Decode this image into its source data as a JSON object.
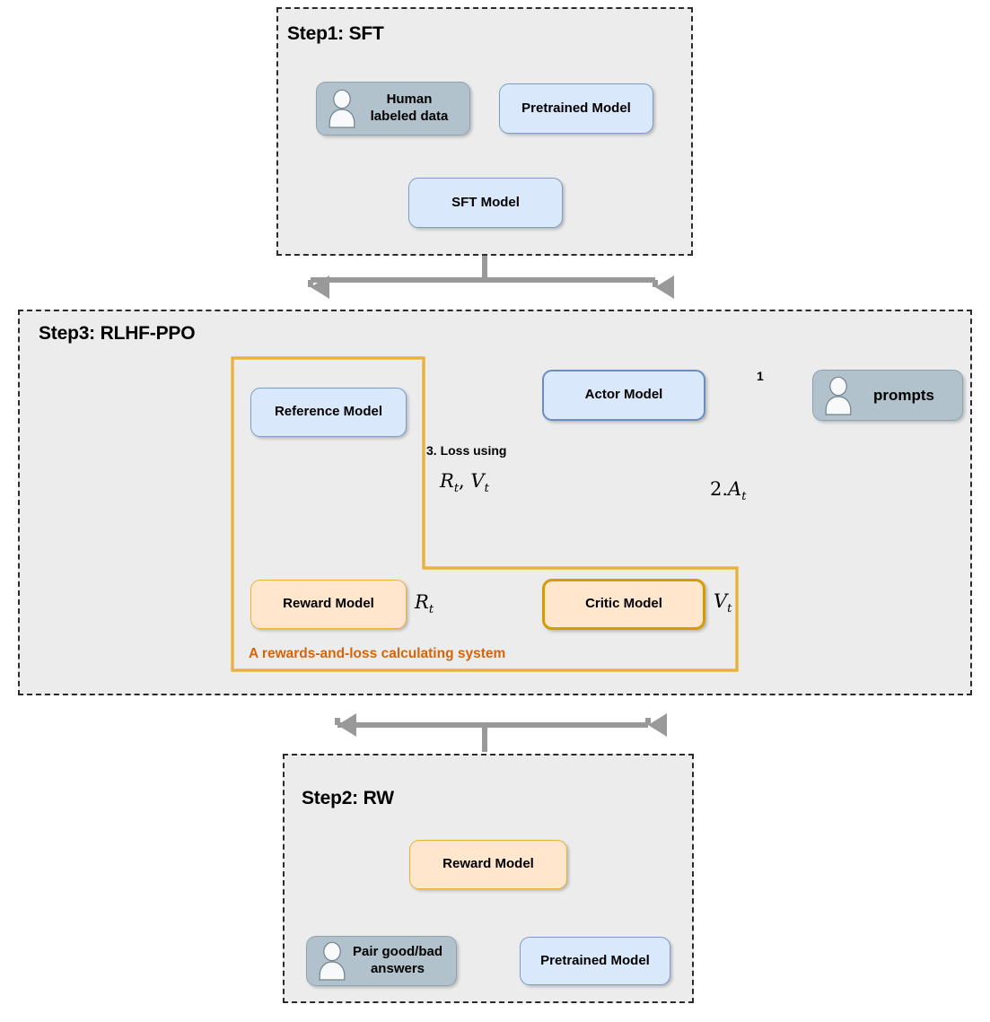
{
  "diagram": {
    "title": "RLHF training pipeline (SFT, RW, PPO)",
    "colors": {
      "container_fill": "#ececec",
      "container_border": "#2b2b2b",
      "blue_fill": "#dae8fc",
      "blue_border": "#6c8ebf",
      "gray_fill": "#b1c2cc",
      "gray_border": "#8fa3ae",
      "orange_fill": "#ffe6cc",
      "orange_border": "#d79b00",
      "orange_text": "#d4650a",
      "connector_gray": "#999999",
      "arrow_black": "#1a1a1a"
    }
  },
  "step1": {
    "title": "Step1: SFT",
    "nodes": {
      "human_labeled_data": "Human\nlabeled data",
      "human_labeled_data_line1": "Human",
      "human_labeled_data_line2": "labeled data",
      "pretrained_model": "Pretrained Model",
      "sft_model": "SFT Model"
    },
    "icons": {
      "human_labeled_data": "person-icon"
    }
  },
  "step3": {
    "title": "Step3: RLHF-PPO",
    "nodes": {
      "reference_model": "Reference Model",
      "actor_model": "Actor Model",
      "prompts": "prompts",
      "reward_model": "Reward Model",
      "critic_model": "Critic Model"
    },
    "icons": {
      "prompts": "person-icon"
    },
    "group": {
      "caption": "A rewards-and-loss calculating system"
    },
    "labels": {
      "edge_prompts_to_actor": "1",
      "edge_actor_to_critic_num": "2.",
      "edge_actor_to_critic_sym": "A",
      "edge_actor_to_critic_sub": "t",
      "edge_loss_text": "3. Loss using",
      "edge_loss_math_r": "R",
      "edge_loss_math_r_sub": "t",
      "edge_loss_math_sep": ", ",
      "edge_loss_math_v": "V",
      "edge_loss_math_v_sub": "t",
      "reward_output_sym": "R",
      "reward_output_sub": "t",
      "critic_output_sym": "V",
      "critic_output_sub": "t"
    }
  },
  "step2": {
    "title": "Step2: RW",
    "nodes": {
      "reward_model": "Reward Model",
      "pair_answers_line1": "Pair good/bad",
      "pair_answers_line2": "answers",
      "pretrained_model": "Pretrained Model"
    },
    "icons": {
      "pair_answers": "person-icon"
    }
  }
}
